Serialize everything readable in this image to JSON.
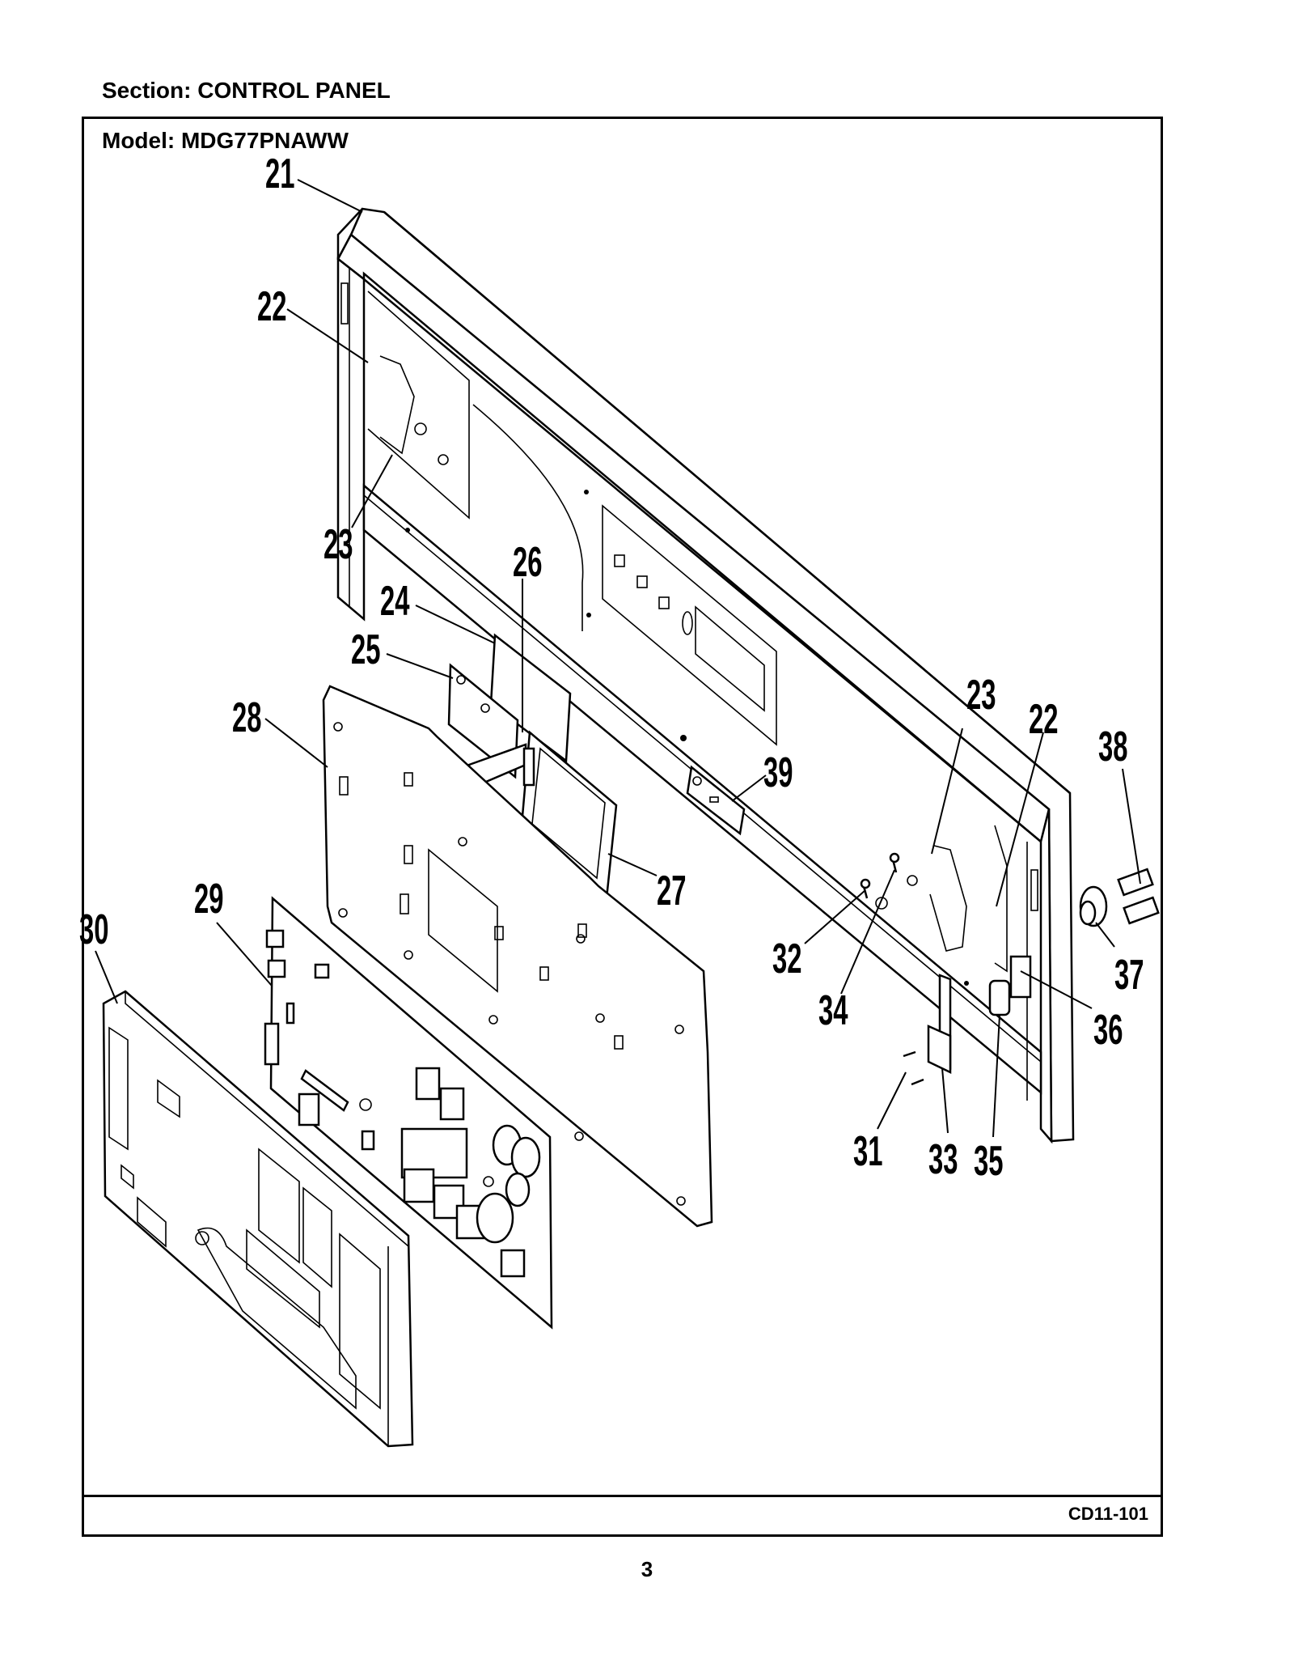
{
  "header": {
    "section_label": "Section:  CONTROL PANEL",
    "model_label": "Model:  MDG77PNAWW"
  },
  "footer": {
    "reference_code": "CD11-101",
    "page_number": "3"
  },
  "callouts": [
    "21",
    "22",
    "23",
    "24",
    "25",
    "26",
    "28",
    "23",
    "22",
    "38",
    "39",
    "27",
    "29",
    "30",
    "32",
    "34",
    "37",
    "36",
    "31",
    "33",
    "35"
  ]
}
